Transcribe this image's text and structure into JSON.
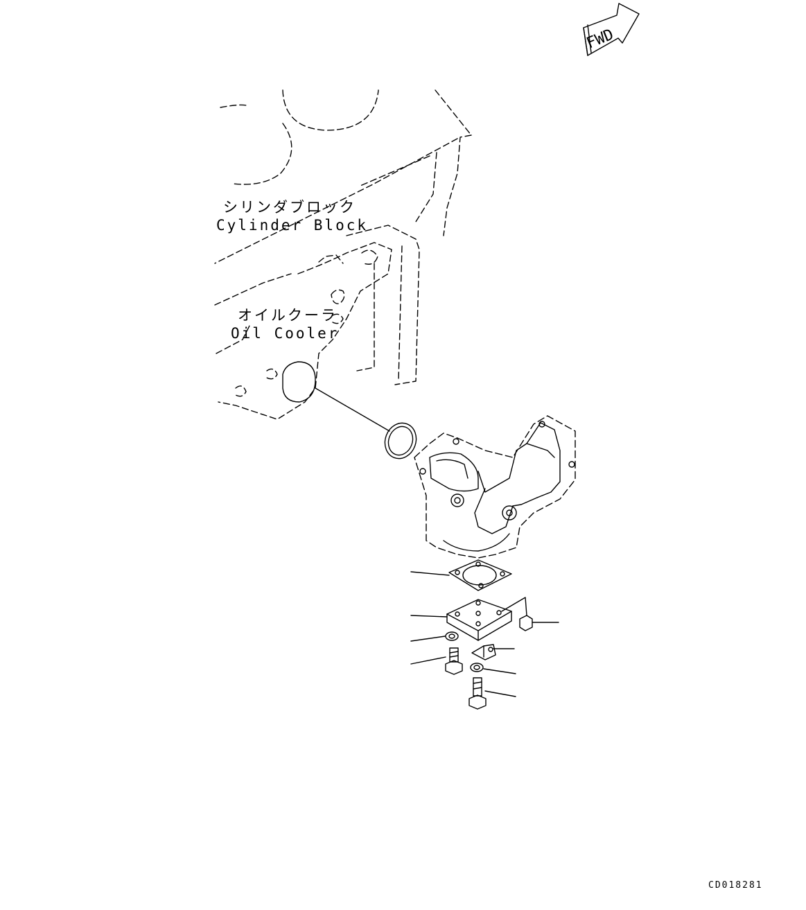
{
  "labels": {
    "cylinder_block_jp": "シリンダブロック",
    "cylinder_block_en": "Cylinder Block",
    "oil_cooler_jp": "オイルクーラ",
    "oil_cooler_en": "Oil Cooler"
  },
  "direction_arrow": {
    "text": "FWD",
    "icon": "fwd-arrow-icon"
  },
  "document_id": "CD018281"
}
